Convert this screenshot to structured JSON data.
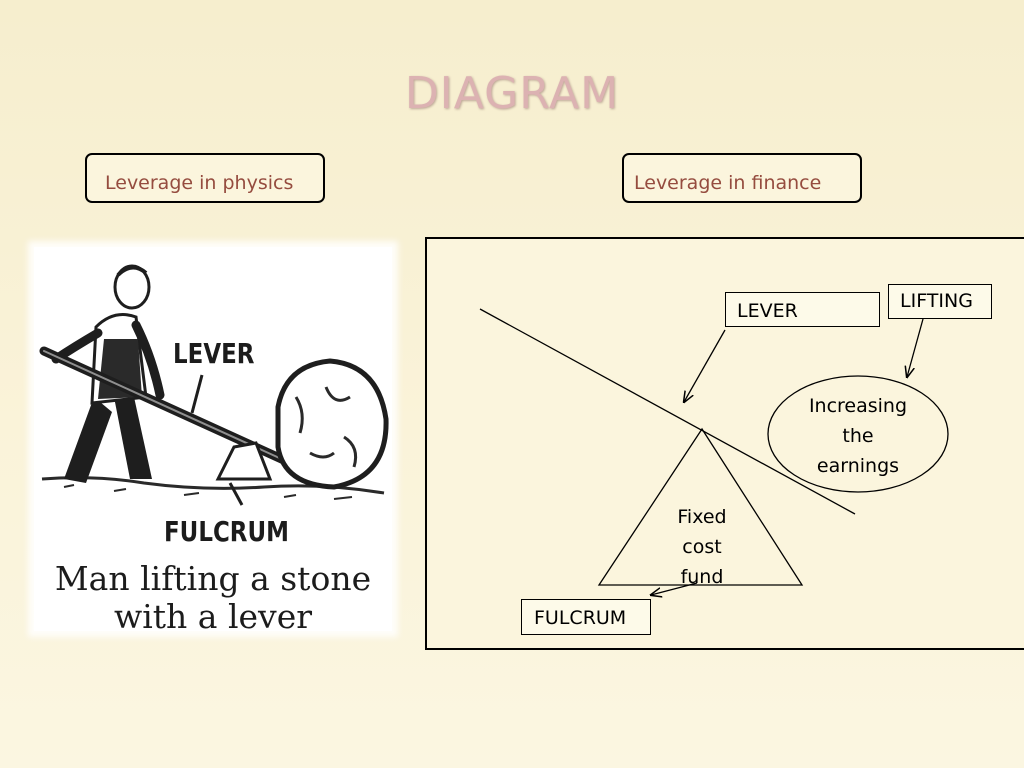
{
  "slide": {
    "title": "DIAGRAM",
    "title_color": "#dcb2b2",
    "accent_text_color": "#954c3f",
    "background": "#f7efcf"
  },
  "left_heading": "Leverage in physics",
  "right_heading": "Leverage in finance",
  "physics_image": {
    "label_lever": "LEVER",
    "label_fulcrum": "FULCRUM",
    "caption_line1": "Man lifting a stone",
    "caption_line2": "with a lever"
  },
  "finance_diagram": {
    "lever_label": "LEVER",
    "lifting_label": "LIFTING",
    "fulcrum_label": "FULCRUM",
    "ellipse_lines": [
      "Increasing",
      "the",
      "earnings"
    ],
    "triangle_lines": [
      "Fixed",
      "cost",
      "fund"
    ]
  }
}
